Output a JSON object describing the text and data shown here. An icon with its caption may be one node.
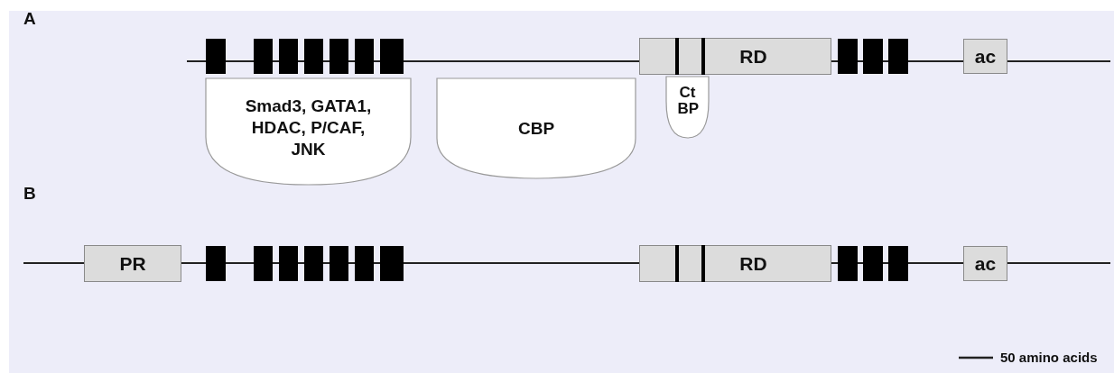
{
  "diagram": {
    "nodes": [
      {
        "text": [],
        "shape": "box"
      },
      {
        "text": [],
        "shape": "box"
      },
      {
        "text": [],
        "shape": "box"
      },
      {
        "text": [],
        "shape": "box"
      },
      {
        "text": [],
        "shape": "box"
      },
      {
        "text": [],
        "shape": "box"
      },
      {
        "text": [],
        "shape": "box"
      },
      {
        "text": [
          "RD"
        ]
      },
      {
        "text": [],
        "shape": "box"
      },
      {
        "text": [],
        "shape": "box"
      },
      {
        "text": [],
        "shape": "box"
      },
      {
        "text": [
          "ac"
        ]
      },
      {
        "text": [
          "Smad3, GATA1, HDAC, P/CAF, JNK"
        ]
      },
      {
        "text": [
          "CBP"
        ]
      },
      {
        "text": [
          "Ct BP"
        ]
      },
      {
        "text": [
          "PR"
        ]
      },
      {
        "text": [],
        "shape": "box"
      },
      {
        "text": [],
        "shape": "box"
      },
      {
        "text": [],
        "shape": "box"
      },
      {
        "text": [],
        "shape": "box"
      },
      {
        "text": [],
        "shape": "box"
      },
      {
        "text": [],
        "shape": "box"
      },
      {
        "text": [],
        "shape": "box"
      },
      {
        "text": [
          "RD"
        ]
      },
      {
        "text": [],
        "shape": "box"
      },
      {
        "text": [],
        "shape": "box"
      },
      {
        "text": [],
        "shape": "box"
      },
      {
        "text": [
          "ac"
        ]
      }
    ],
    "labels": [
      "A",
      "B",
      "50 amino acids"
    ]
  }
}
